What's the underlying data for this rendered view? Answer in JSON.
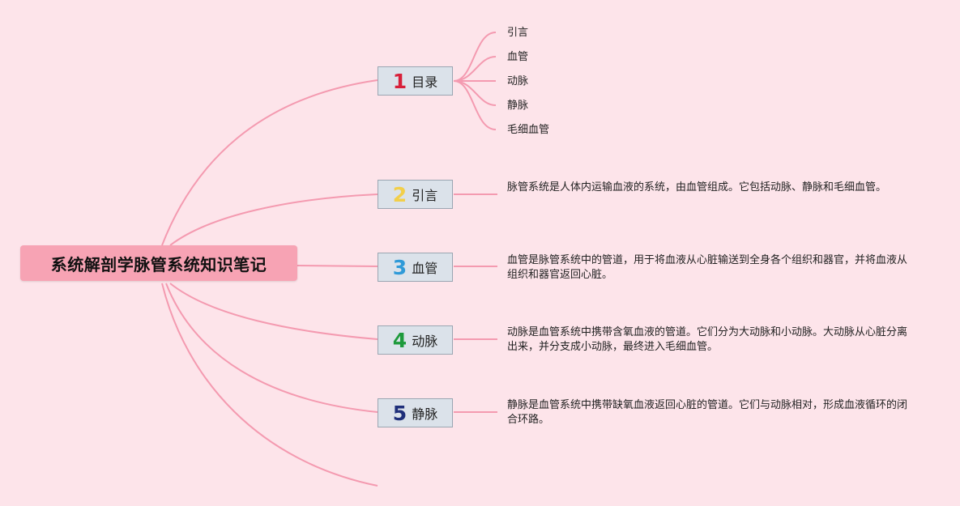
{
  "root": {
    "title": "系统解剖学脉管系统知识笔记"
  },
  "branches": [
    {
      "number": "1",
      "number_color": "#d8203a",
      "label": "目录"
    },
    {
      "number": "2",
      "number_color": "#f2cf4a",
      "label": "引言"
    },
    {
      "number": "3",
      "number_color": "#2f9ad8",
      "label": "血管"
    },
    {
      "number": "4",
      "number_color": "#1e9a3c",
      "label": "动脉"
    },
    {
      "number": "5",
      "number_color": "#1f2f7a",
      "label": "静脉"
    }
  ],
  "toc_items": [
    "引言",
    "血管",
    "动脉",
    "静脉",
    "毛细血管"
  ],
  "descriptions": [
    "脉管系统是人体内运输血液的系统，由血管组成。它包括动脉、静脉和毛细血管。",
    "血管是脉管系统中的管道，用于将血液从心脏输送到全身各个组织和器官，并将血液从组织和器官返回心脏。",
    "动脉是血管系统中携带含氧血液的管道。它们分为大动脉和小动脉。大动脉从心脏分离出来，并分支成小动脉，最终进入毛细血管。",
    "静脉是血管系统中携带缺氧血液返回心脏的管道。它们与动脉相对，形成血液循环的闭合环路。"
  ],
  "colors": {
    "background": "#fde4ea",
    "connector": "#f49ab0",
    "root_fill": "#f7a3b4",
    "branch_fill": "#dbe2ea",
    "branch_border": "#9aa6b2"
  }
}
